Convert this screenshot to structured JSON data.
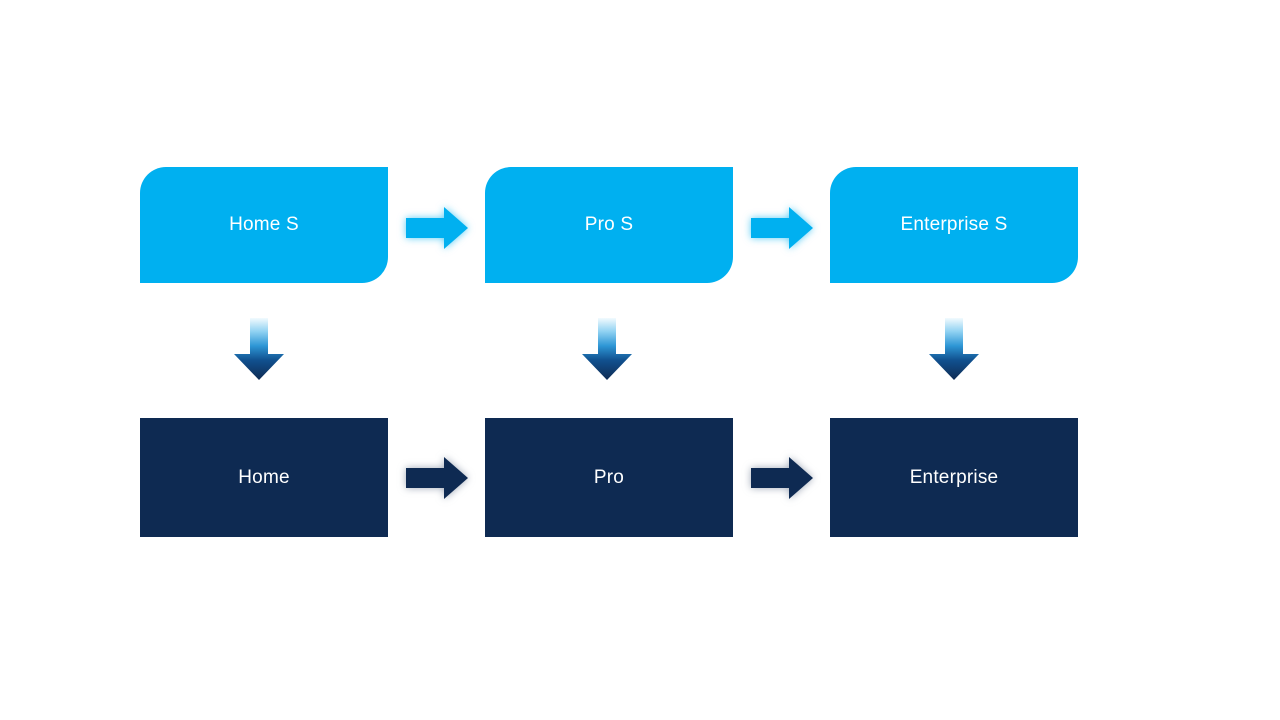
{
  "diagram": {
    "title": "edition-upgrade-flow",
    "columns": [
      {
        "top_label": "Home S",
        "bottom_label": "Home"
      },
      {
        "top_label": "Pro S",
        "bottom_label": "Pro"
      },
      {
        "top_label": "Enterprise S",
        "bottom_label": "Enterprise"
      }
    ],
    "connectors": {
      "horizontal_top": "right-arrow",
      "horizontal_bottom": "right-arrow",
      "vertical": "down-arrow"
    }
  },
  "colors": {
    "top_box_fill": "#00B0F0",
    "bottom_box_fill": "#0E2A52",
    "top_arrow_fill": "#00B0F0",
    "bottom_arrow_fill": "#0E2A52",
    "down_arrow_gradient_top": "#F2FAFE",
    "down_arrow_gradient_bottom": "#0E2A52",
    "text": "#FFFFFF",
    "background": "#FFFFFF"
  }
}
